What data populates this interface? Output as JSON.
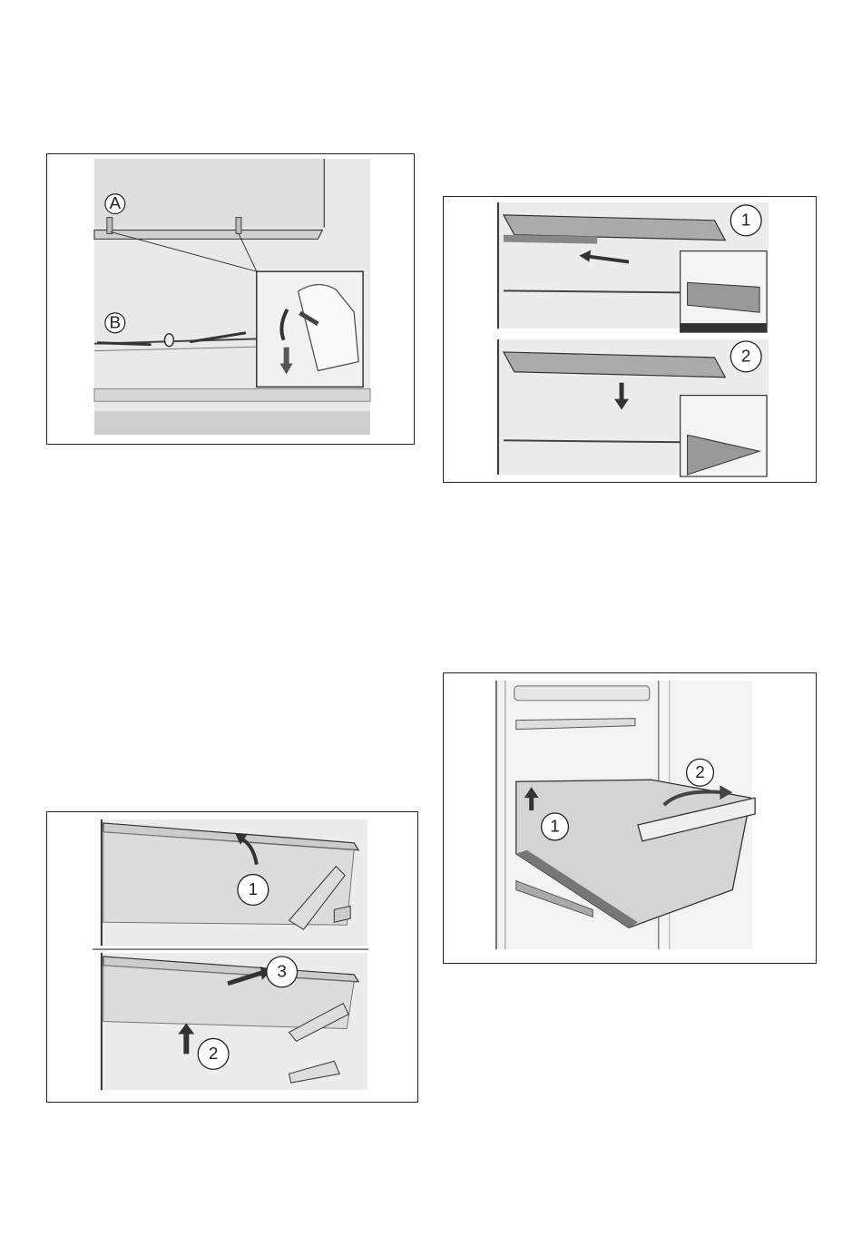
{
  "figures": {
    "shelf_clips": {
      "label_a": "A",
      "label_b": "B"
    },
    "glass_shelf": {
      "step_1": "1",
      "step_2": "2"
    },
    "door_shelf": {
      "step_1": "1",
      "step_2": "2",
      "step_3": "3"
    },
    "freezer_drawer": {
      "step_1": "1",
      "step_2": "2"
    }
  }
}
